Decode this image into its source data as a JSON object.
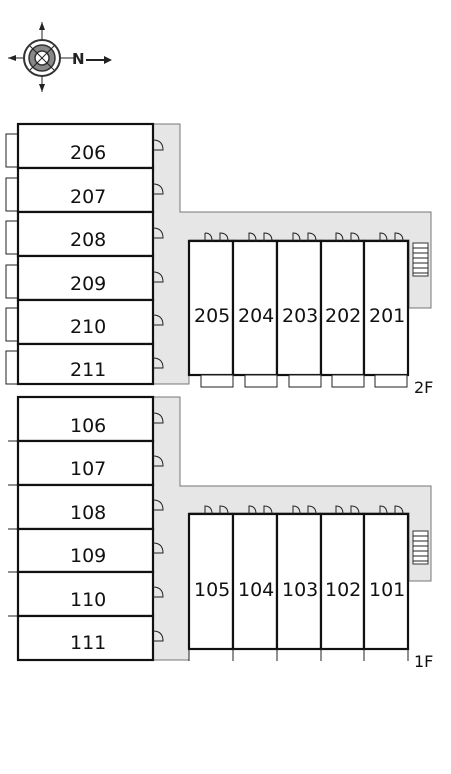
{
  "compass": {
    "label": "N",
    "icon": "compass-icon"
  },
  "floors": [
    {
      "label": "2F",
      "left_wing": [
        "206",
        "207",
        "208",
        "209",
        "210",
        "211"
      ],
      "right_wing": [
        "205",
        "204",
        "203",
        "202",
        "201"
      ]
    },
    {
      "label": "1F",
      "left_wing": [
        "106",
        "107",
        "108",
        "109",
        "110",
        "111"
      ],
      "right_wing": [
        "105",
        "104",
        "103",
        "102",
        "101"
      ]
    }
  ]
}
